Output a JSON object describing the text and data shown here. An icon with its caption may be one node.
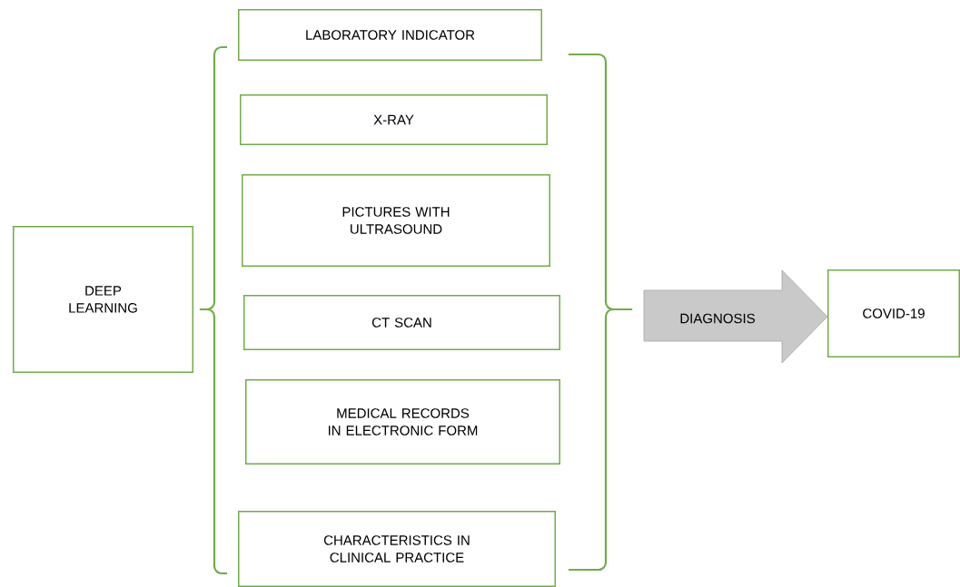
{
  "diagram": {
    "nodes": [
      {
        "text": [
          "DEEP LEARNING"
        ]
      },
      {
        "text": [
          "LABORATORY INDICATOR"
        ]
      },
      {
        "text": [
          "X-RAY"
        ]
      },
      {
        "text": [
          "PICTURES WITH ULTRASOUND"
        ]
      },
      {
        "text": [
          "CT SCAN"
        ]
      },
      {
        "text": [
          "MEDICAL RECORDS IN ELECTRONIC FORM"
        ]
      },
      {
        "text": [
          "CHARACTERISTICS IN CLINICAL PRACTICE"
        ]
      },
      {
        "text": [
          "DIAGNOSIS"
        ]
      },
      {
        "text": [
          "COVID-19"
        ]
      }
    ]
  }
}
